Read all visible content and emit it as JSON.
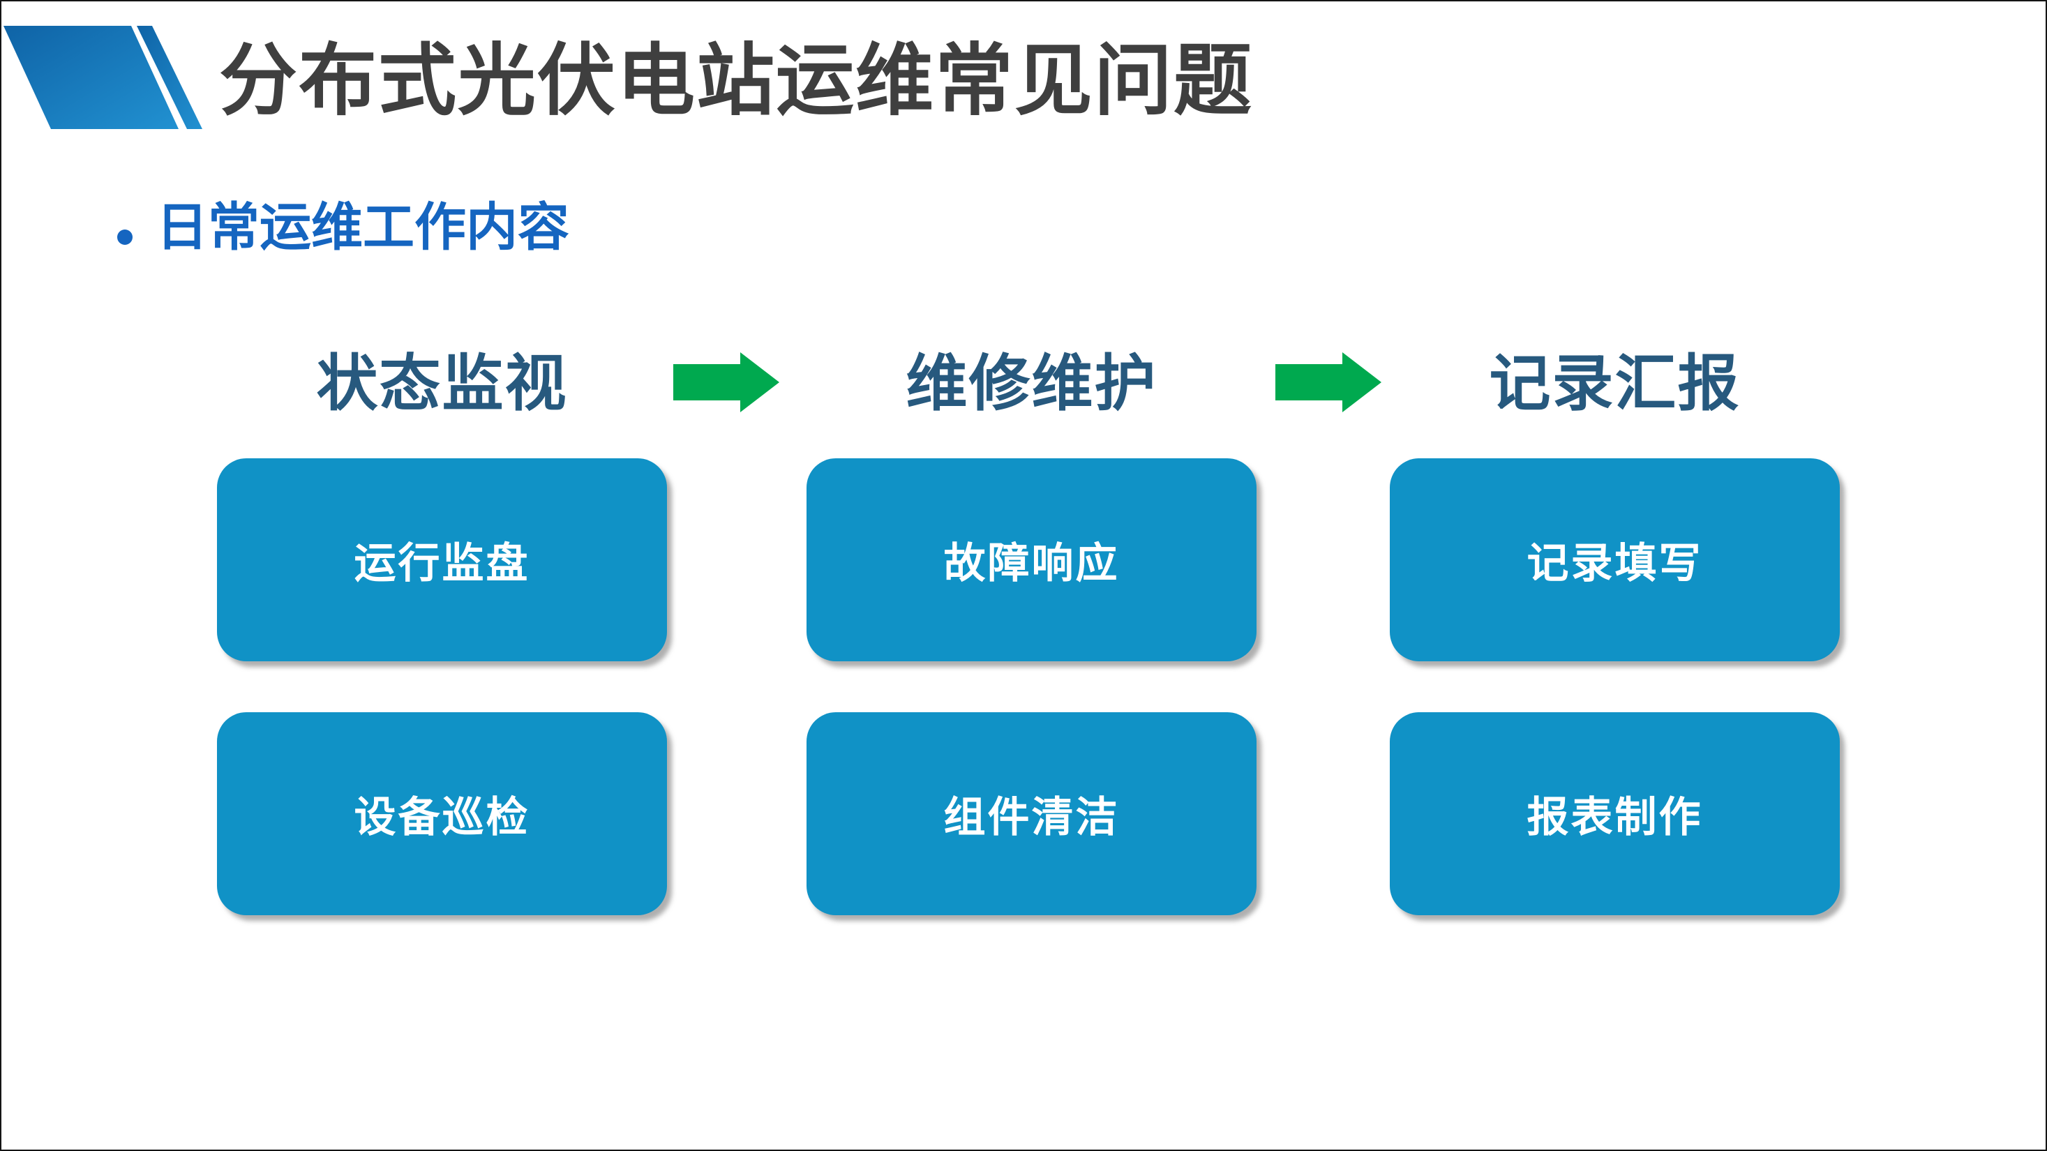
{
  "slide_title": "分布式光伏电站运维常见问题",
  "section_bullet": "日常运维工作内容",
  "flow": {
    "columns": [
      {
        "header": "状态监视",
        "boxes": [
          "运行监盘",
          "设备巡检"
        ]
      },
      {
        "header": "维修维护",
        "boxes": [
          "故障响应",
          "组件清洁"
        ]
      },
      {
        "header": "记录汇报",
        "boxes": [
          "记录填写",
          "报表制作"
        ]
      }
    ]
  },
  "colors": {
    "title_gray": "#3F3F3F",
    "bullet_blue": "#1565C0",
    "header_text_blue": "#27597E",
    "box_fill_blue": "#1092C6",
    "arrow_green": "#00A94F",
    "logo_blue_dark": "#0F63A6",
    "logo_blue_light": "#2191D1"
  }
}
